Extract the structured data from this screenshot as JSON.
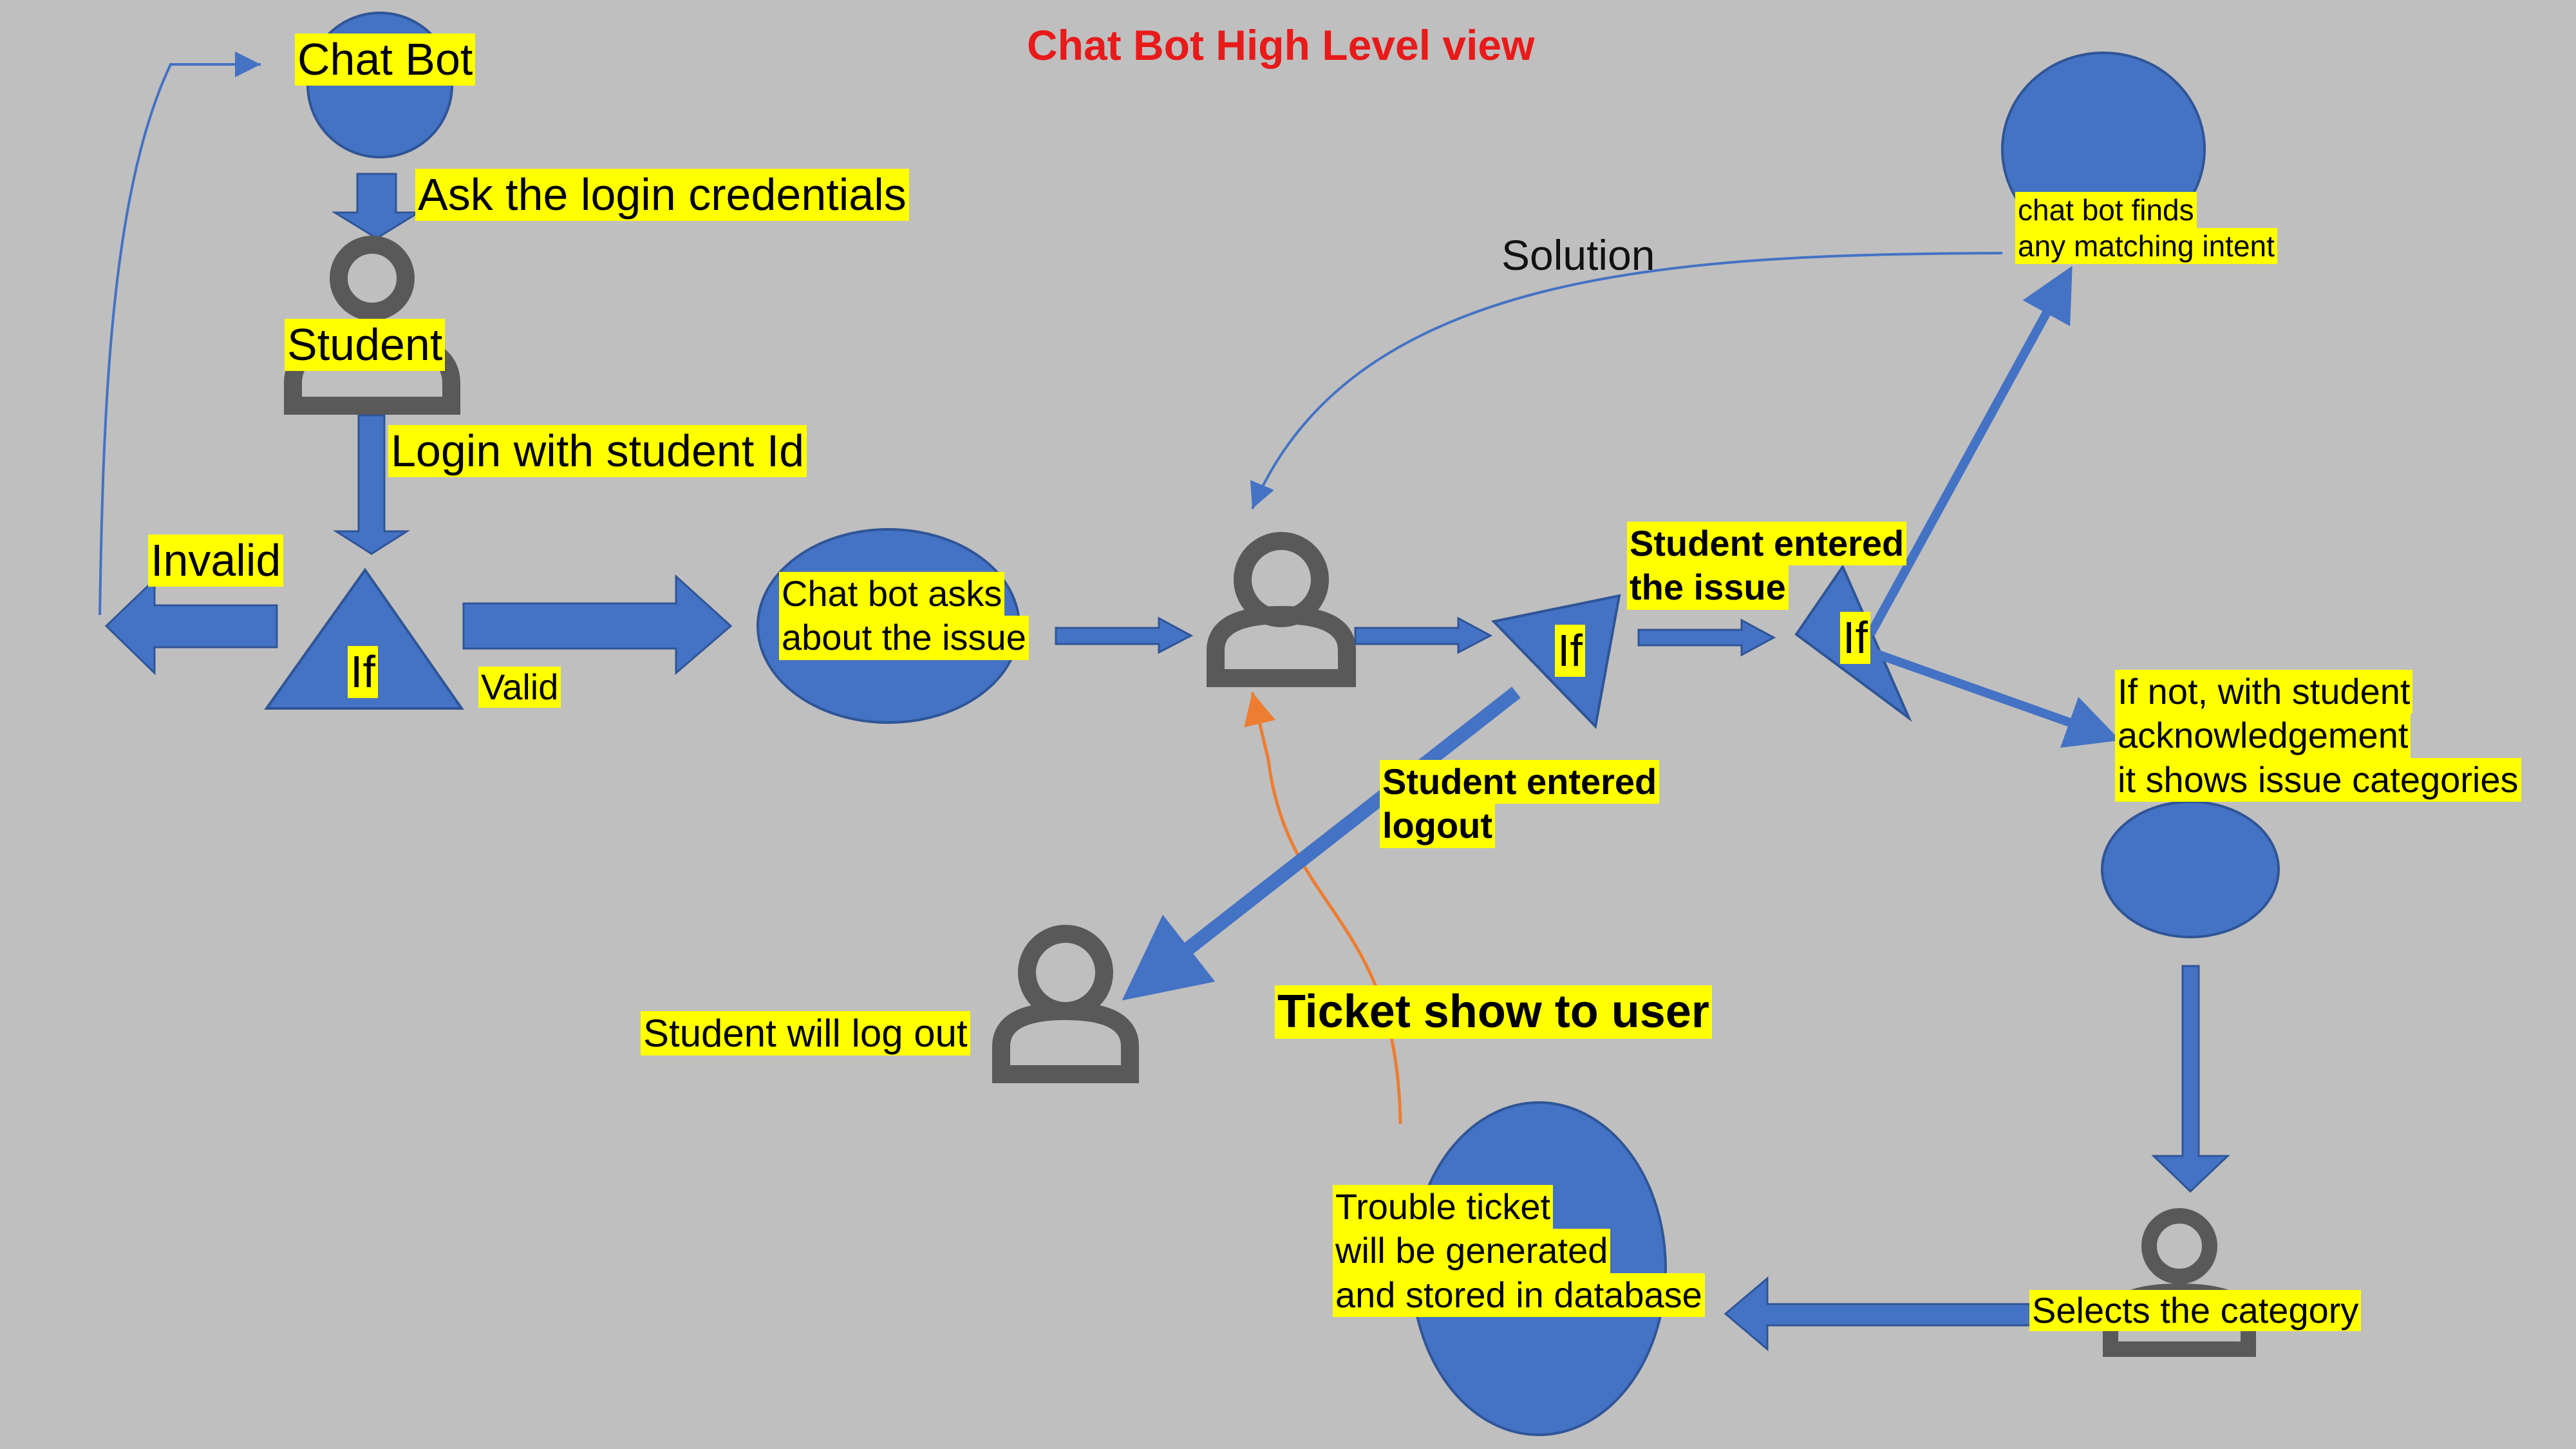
{
  "title": "Chat Bot High Level view",
  "colors": {
    "background": "#bfbfbf",
    "shape_fill": "#4472c4",
    "shape_stroke": "#2f5597",
    "person_icon": "#595959",
    "label_highlight": "#ffff00",
    "title_text": "#e81a1a",
    "ticket_arrow": "#ed7d31"
  },
  "nodes": {
    "chat_bot": "Chat Bot",
    "student": "Student",
    "if_login": "If",
    "chat_bot_asks": [
      "Chat bot asks",
      "about the issue"
    ],
    "if_issue": "If",
    "if_intent": "If",
    "intent_node": [
      "chat bot finds",
      " any matching intent"
    ],
    "categories_node": [
      "If not, with student",
      " acknowledgement",
      " it shows issue categories"
    ],
    "select_category": "Selects the category",
    "ticket_node": [
      "Trouble ticket",
      " will be generated",
      " and stored in database"
    ],
    "logout_user": "Student will log out"
  },
  "edges": {
    "ask_credentials": "Ask the login credentials",
    "login_with_id": "Login with student Id",
    "invalid": "Invalid",
    "valid": "Valid",
    "solution": "Solution",
    "student_entered_issue": [
      "Student entered",
      "the issue"
    ],
    "student_entered_logout": [
      "Student entered",
      "logout"
    ],
    "ticket_show": "Ticket show to user"
  },
  "icons": [
    "person-icon",
    "circle-node",
    "triangle-decision",
    "block-arrow"
  ]
}
